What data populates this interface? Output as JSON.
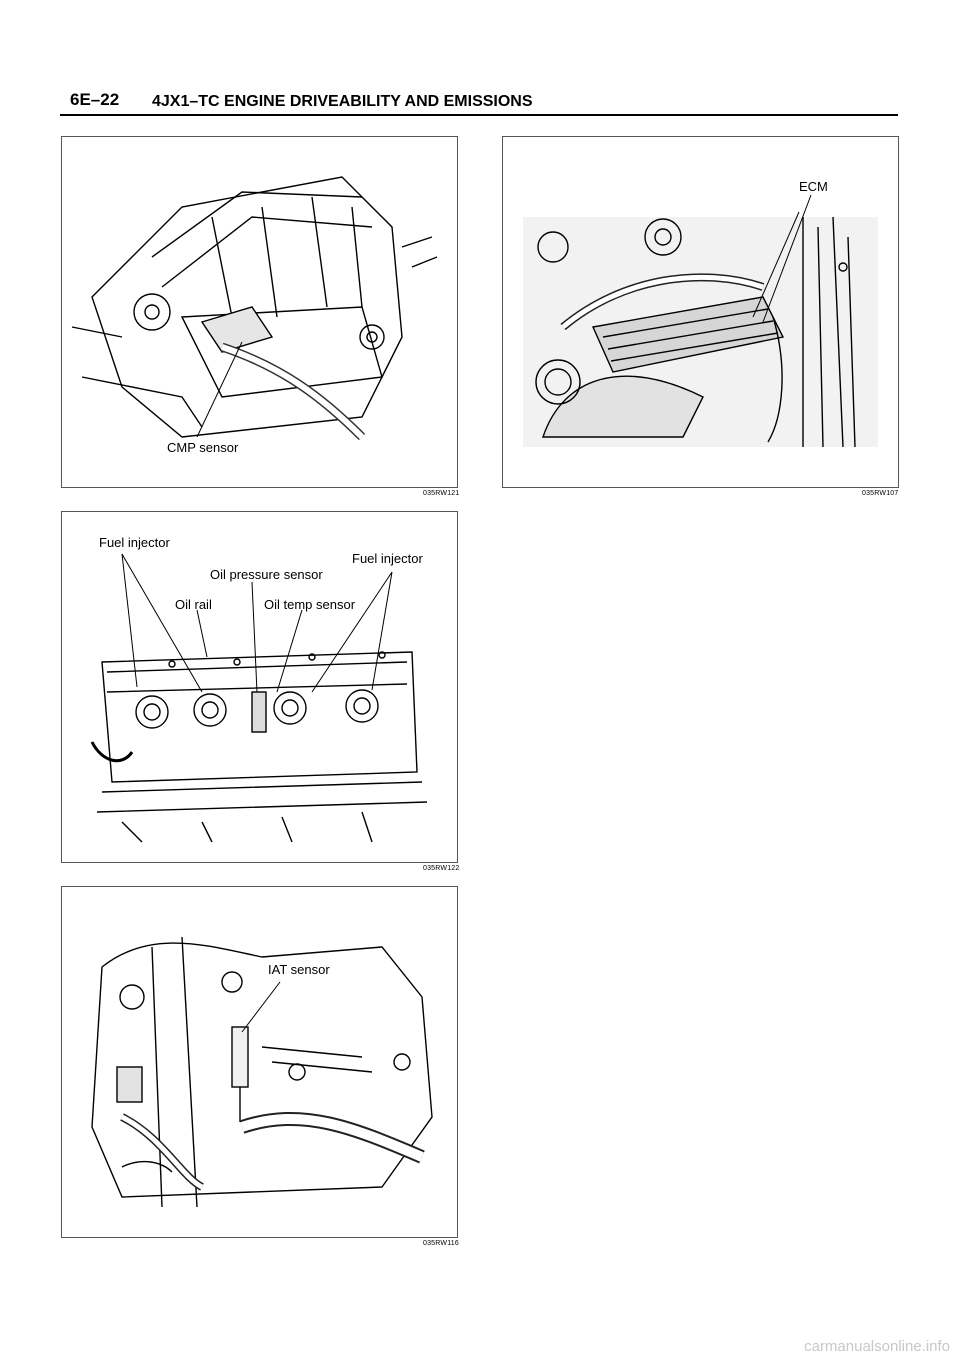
{
  "header": {
    "page_number": "6E–22",
    "title": "4JX1–TC ENGINE DRIVEABILITY AND EMISSIONS"
  },
  "figures": {
    "cmp": {
      "id": "035RW121",
      "labels": {
        "cmp_sensor": "CMP sensor"
      }
    },
    "ecm": {
      "id": "035RW107",
      "labels": {
        "ecm": "ECM"
      }
    },
    "injector": {
      "id": "035RW122",
      "labels": {
        "fuel_injector_left": "Fuel injector",
        "oil_pressure_sensor": "Oil pressure sensor",
        "fuel_injector_right": "Fuel injector",
        "oil_rail": "Oil rail",
        "oil_temp_sensor": "Oil temp sensor"
      }
    },
    "iat": {
      "id": "035RW116",
      "labels": {
        "iat_sensor": "IAT sensor"
      }
    }
  },
  "footer": {
    "watermark": "carmanualsonline.info"
  }
}
